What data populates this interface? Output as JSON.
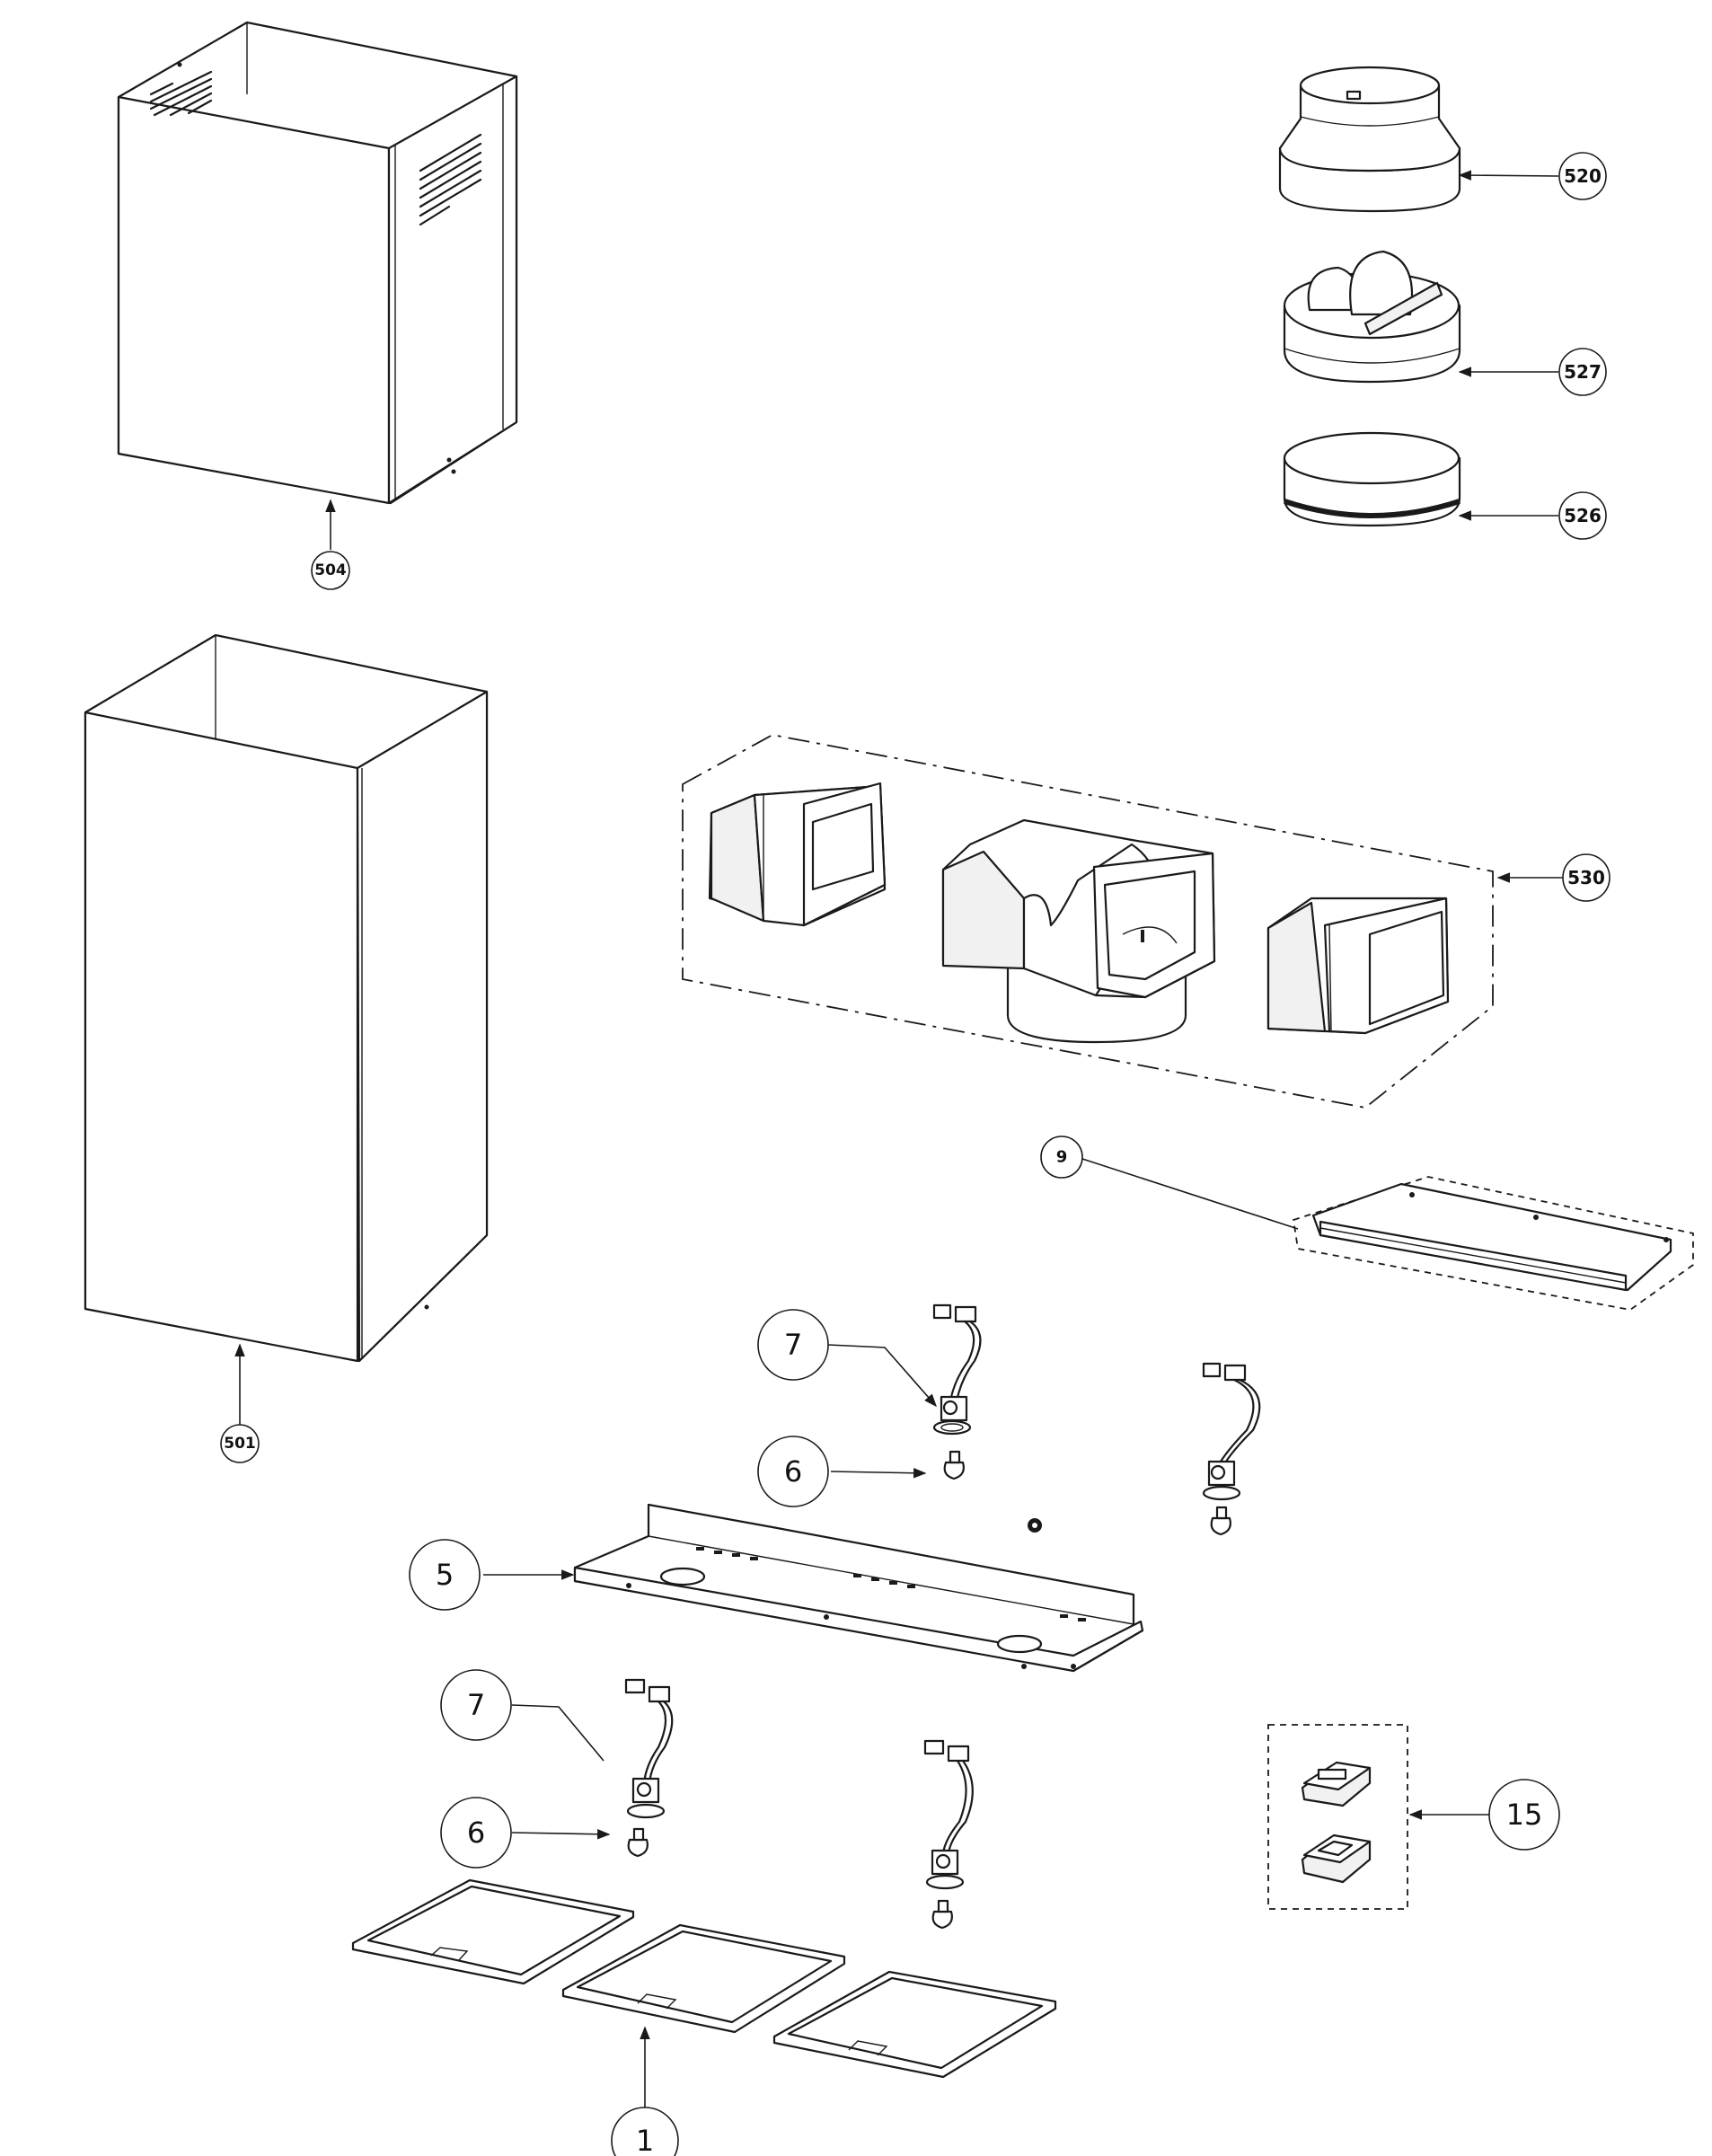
{
  "callouts": {
    "c520": "520",
    "c527": "527",
    "c526": "526",
    "c504": "504",
    "c501": "501",
    "c530": "530",
    "c9": "9",
    "c7a": "7",
    "c6a": "6",
    "c5": "5",
    "c7b": "7",
    "c6b": "6",
    "c15": "15",
    "c1": "1"
  },
  "colors": {
    "line": "#1a1a1a",
    "background": "#ffffff"
  }
}
